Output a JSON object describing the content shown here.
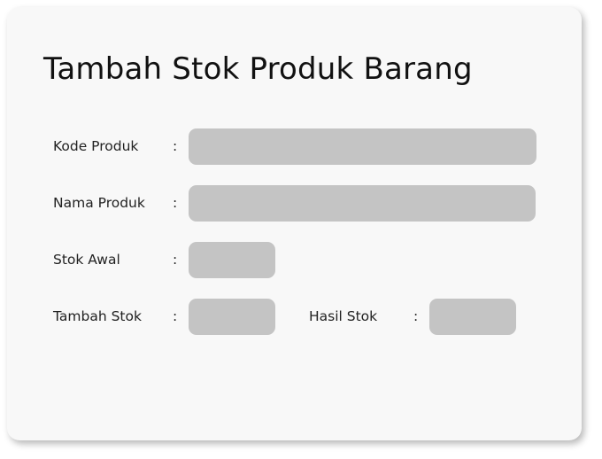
{
  "form": {
    "title": "Tambah Stok Produk Barang",
    "colon": ":",
    "kode_produk": {
      "label": "Kode Produk",
      "value": ""
    },
    "nama_produk": {
      "label": "Nama Produk",
      "value": ""
    },
    "stok_awal": {
      "label": "Stok Awal",
      "value": ""
    },
    "tambah_stok": {
      "label": "Tambah Stok",
      "value": ""
    },
    "hasil_stok": {
      "label": "Hasil Stok",
      "value": ""
    }
  },
  "colors": {
    "card_background": "#f8f8f8",
    "field_background": "#c4c4c4",
    "text": "#222222"
  }
}
